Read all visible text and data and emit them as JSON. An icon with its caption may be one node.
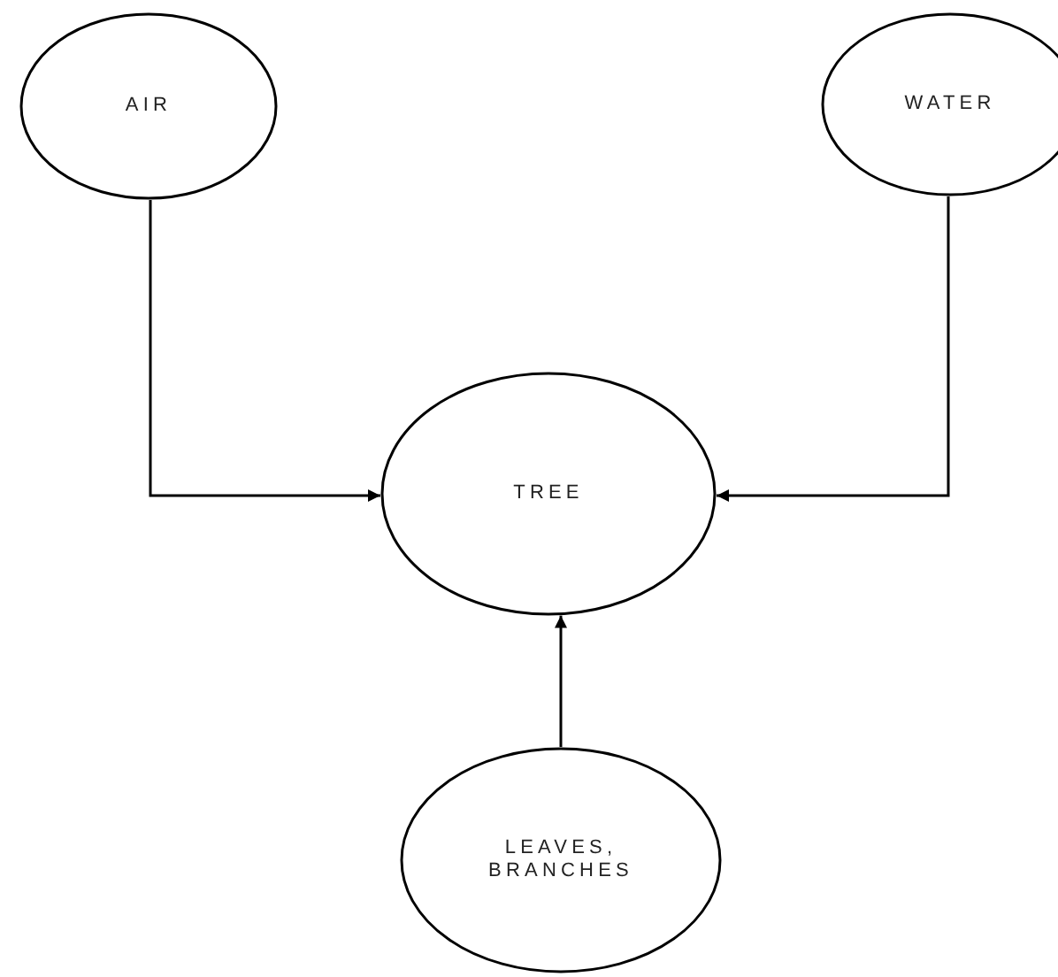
{
  "diagram": {
    "nodes": [
      {
        "text": [
          "AIR"
        ]
      },
      {
        "text": [
          "WATER"
        ]
      },
      {
        "text": [
          "TREE"
        ]
      },
      {
        "text": [
          "LEAVES, BRANCHES"
        ]
      }
    ],
    "edges": [
      {
        "from": 0,
        "to": 2,
        "arrow": "to"
      },
      {
        "from": 1,
        "to": 2,
        "arrow": "to"
      },
      {
        "from": 3,
        "to": 2,
        "arrow": "to"
      }
    ]
  }
}
